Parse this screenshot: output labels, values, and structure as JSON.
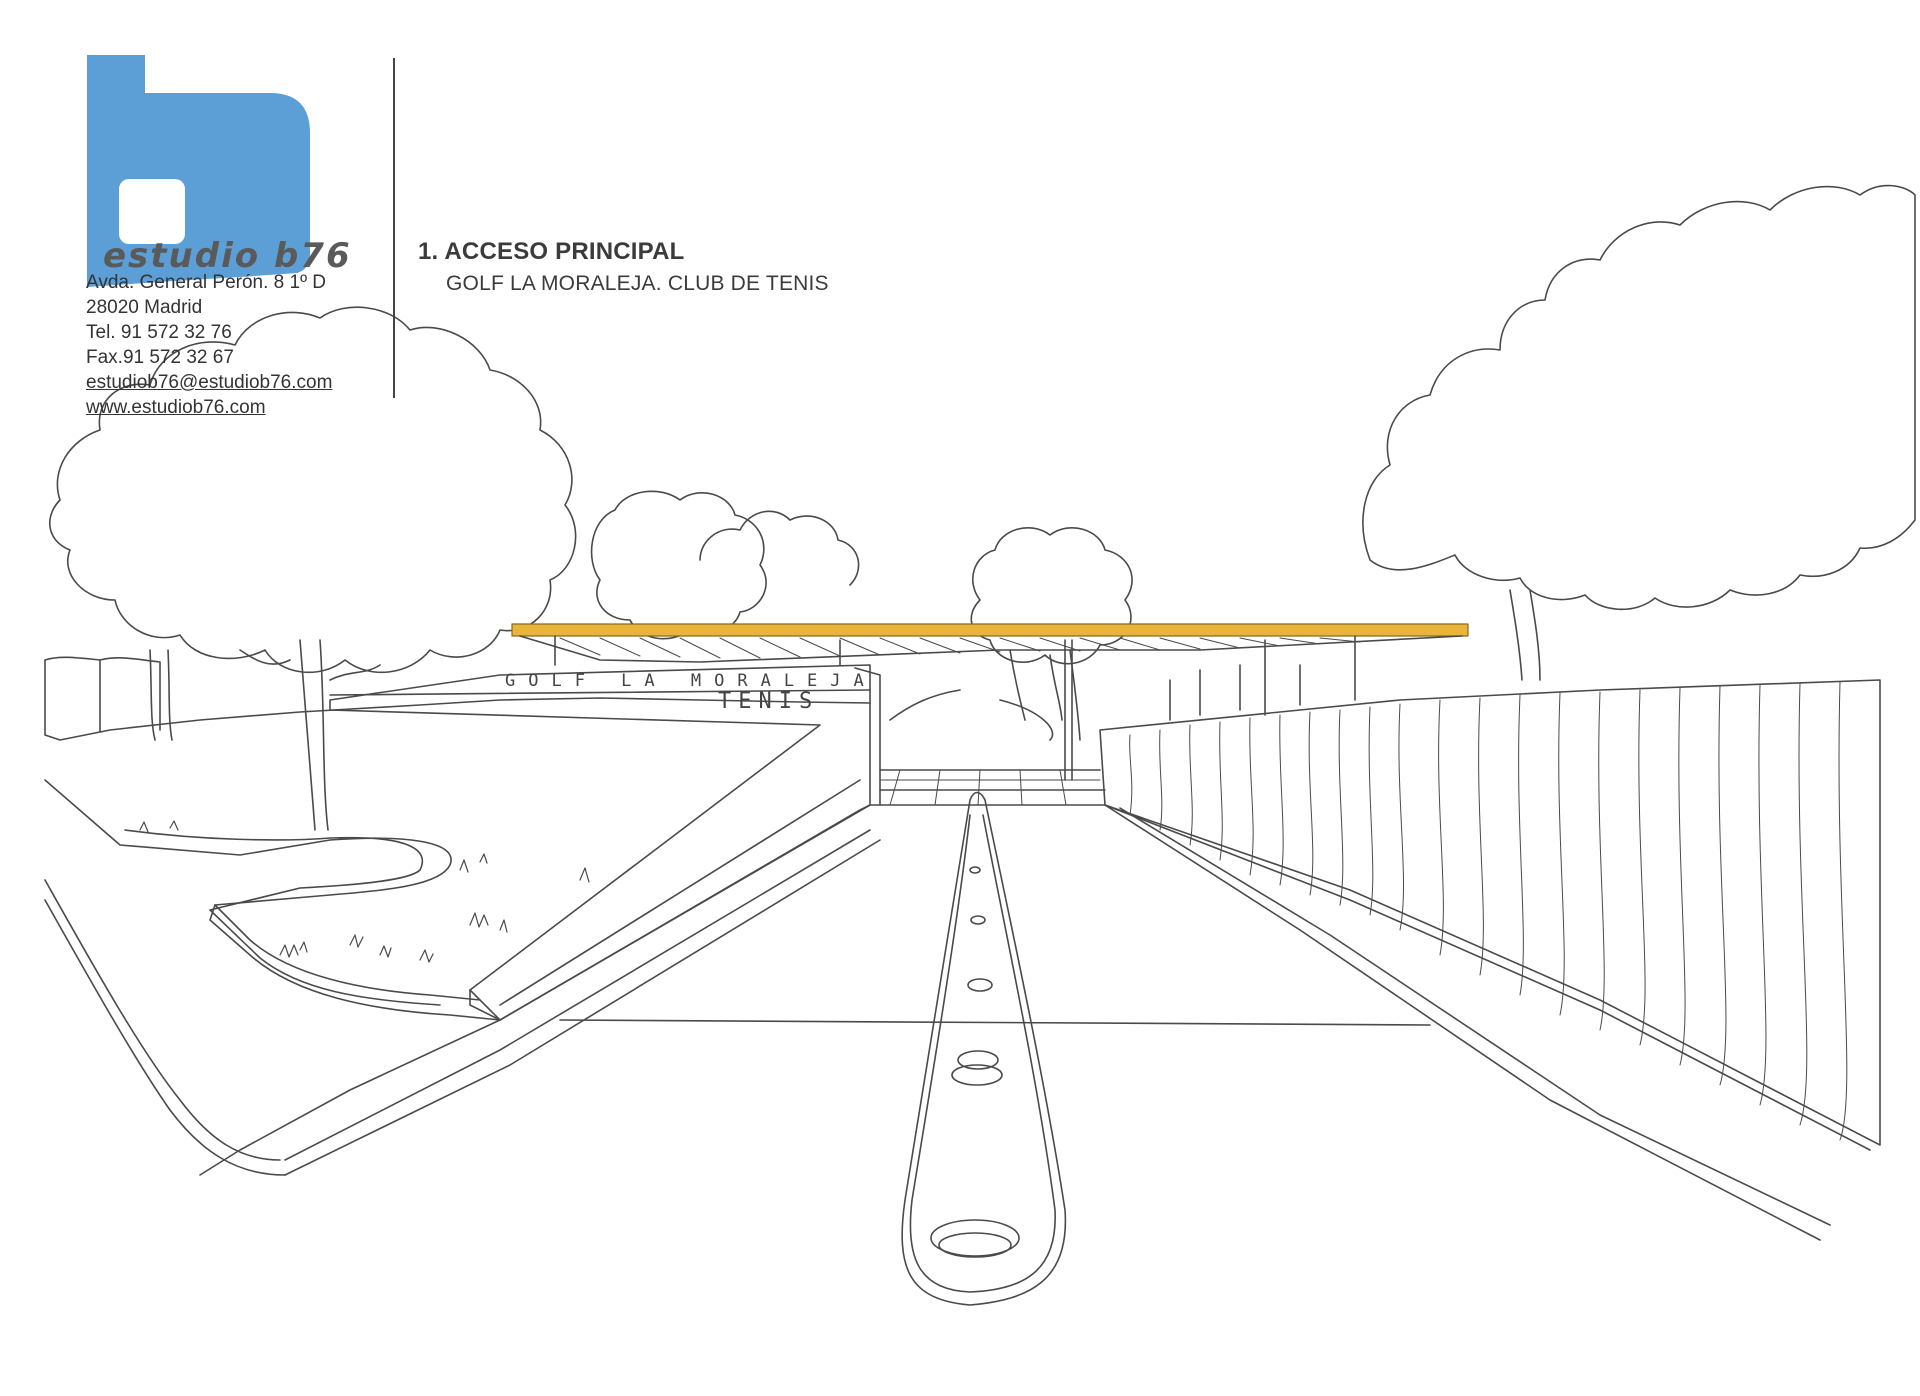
{
  "brand": {
    "logo_text": "estudio b76",
    "brand_color": "#5b9fd6"
  },
  "contact": {
    "address": "Avda. General Perón. 8 1º D",
    "city": "28020 Madrid",
    "phone": "Tel. 91 572 32 76",
    "fax": "Fax.91 572 32 67",
    "email": "estudiob76@estudiob76.com",
    "website": "www.estudiob76.com"
  },
  "drawing": {
    "title": "1. ACCESO PRINCIPAL",
    "subtitle": "GOLF LA MORALEJA. CLUB DE TENIS",
    "sign_line_1": "GOLF LA MORALEJA",
    "sign_line_2": "TENIS",
    "canopy_color": "#e8b53a"
  }
}
